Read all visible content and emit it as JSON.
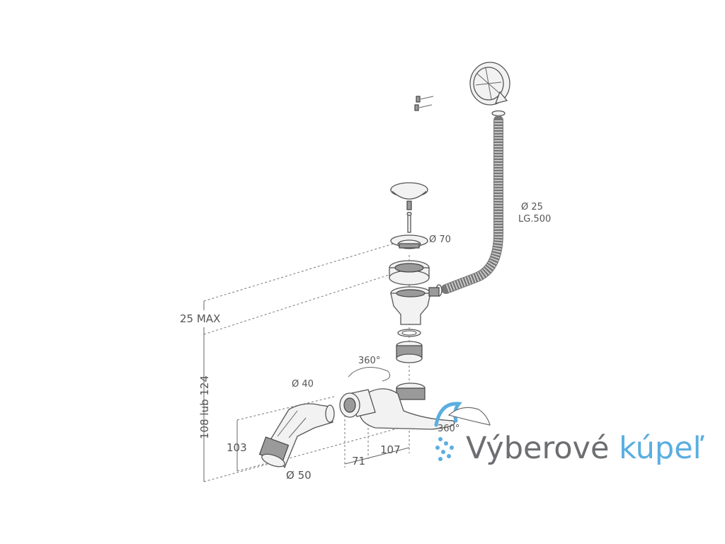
{
  "dimensions": {
    "overflow_height": "25 MAX",
    "trap_height": "108 lub 124",
    "outlet_height": "103",
    "pipe_diameter": "Ø 40",
    "outlet_diameter": "Ø 50",
    "offset_a": "71",
    "offset_b": "107",
    "rotation_top": "360°",
    "rotation_bottom": "360°",
    "grate_diameter": "Ø 70",
    "hose_diameter": "Ø 25",
    "hose_length": "LG.500"
  },
  "brand": {
    "word1": "Výberové",
    "word2": "kúpeľ",
    "color_gray": "#6d6e71",
    "color_blue": "#5aaee0"
  }
}
